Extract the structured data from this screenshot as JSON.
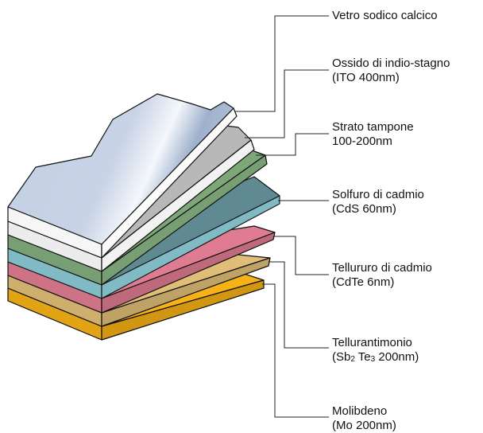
{
  "layers": [
    {
      "id": "glass",
      "label": "Vetro sodico calcico",
      "color": "#c7d2e4"
    },
    {
      "id": "ito",
      "label": "Ossido di indio-stagno",
      "detail": "(ITO 400nm)",
      "color": "#b8b8b8"
    },
    {
      "id": "buffer",
      "label": "Strato tampone",
      "detail": "100-200nm",
      "color": "#7ea779"
    },
    {
      "id": "cds",
      "label": "Solfuro di cadmio",
      "detail": "(CdS 60nm)",
      "color": "#5f8a92"
    },
    {
      "id": "cdte",
      "label": "Tellururo di cadmio",
      "detail": "(CdTe 6nm)",
      "color": "#e07c92"
    },
    {
      "id": "sbte",
      "label": "Tellurantimonio",
      "detail_parts": [
        "(Sb",
        "2",
        " Te",
        "3",
        " 200nm)"
      ],
      "color": "#e1be77"
    },
    {
      "id": "mo",
      "label": "Molibdeno",
      "detail": "(Mo 200nm)",
      "color": "#f6b216"
    }
  ]
}
